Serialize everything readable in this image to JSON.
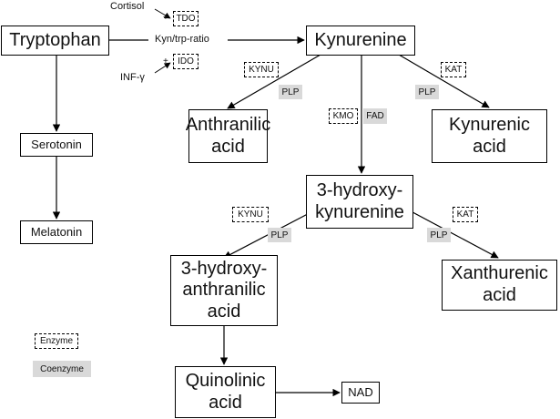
{
  "nodes": {
    "tryptophan": "Tryptophan",
    "kynurenine": "Kynurenine",
    "serotonin": "Serotonin",
    "melatonin": "Melatonin",
    "anthranilic_acid": "Anthranilic\nacid",
    "kynurenic_acid": "Kynurenic\nacid",
    "hydroxykynurenine": "3-hydroxy-\nkynurenine",
    "hydroxyanthranilic_acid": "3-hydroxy-\nanthranilic\nacid",
    "xanthurenic_acid": "Xanthurenic\nacid",
    "quinolinic_acid": "Quinolinic\nacid",
    "nad": "NAD"
  },
  "labels": {
    "cortisol": "Cortisol",
    "inf_gamma": "INF-γ",
    "kyn_trp_ratio": "Kyn/trp-ratio"
  },
  "enzymes": {
    "tdo": "TDO",
    "ido": "IDO",
    "kynu_1": "KYNU",
    "kat_1": "KAT",
    "kmo": "KMO",
    "kynu_2": "KYNU",
    "kat_2": "KAT"
  },
  "coenzymes": {
    "plp_1": "PLP",
    "plp_2": "PLP",
    "fad": "FAD",
    "plp_3": "PLP",
    "plp_4": "PLP"
  },
  "legend": {
    "enzyme": "Enzyme",
    "coenzyme": "Coenzyme"
  },
  "operators": {
    "plus_1": "+",
    "plus_2": "+"
  }
}
